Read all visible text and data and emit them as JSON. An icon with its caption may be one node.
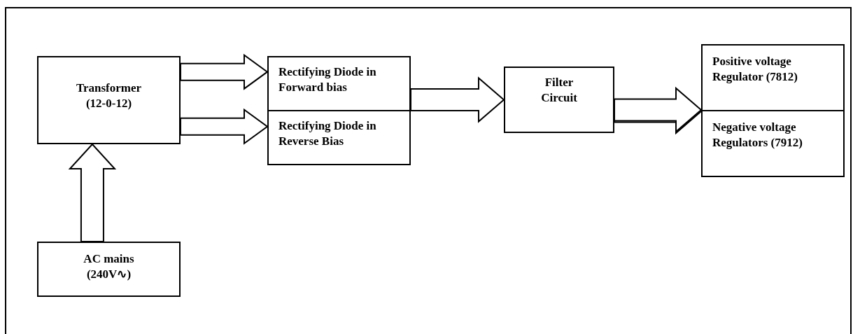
{
  "diagram": {
    "nodes": [
      {
        "text": [
          "Transformer (12-0-12)"
        ]
      },
      {
        "text": [
          "AC mains (240V∿)"
        ]
      },
      {
        "text": [
          "Rectifying Diode in Forward bias"
        ]
      },
      {
        "text": [
          "Rectifying Diode in Reverse Bias"
        ]
      },
      {
        "text": [
          "Filter Circuit"
        ]
      },
      {
        "text": [
          "Positive voltage Regulator (7812)"
        ]
      },
      {
        "text": [
          "Negative voltage Regulators (7912)"
        ]
      }
    ],
    "edges": [
      {
        "from": 1,
        "to": 0,
        "arrow": "to"
      },
      {
        "from": 0,
        "to": 2,
        "arrow": "to"
      },
      {
        "from": 0,
        "to": 3,
        "arrow": "to"
      },
      {
        "from": 2,
        "to": 4,
        "arrow": "to"
      },
      {
        "from": 3,
        "to": 4,
        "arrow": "to"
      },
      {
        "from": 4,
        "to": 5,
        "arrow": "to"
      },
      {
        "from": 4,
        "to": 6,
        "arrow": "to"
      }
    ]
  }
}
